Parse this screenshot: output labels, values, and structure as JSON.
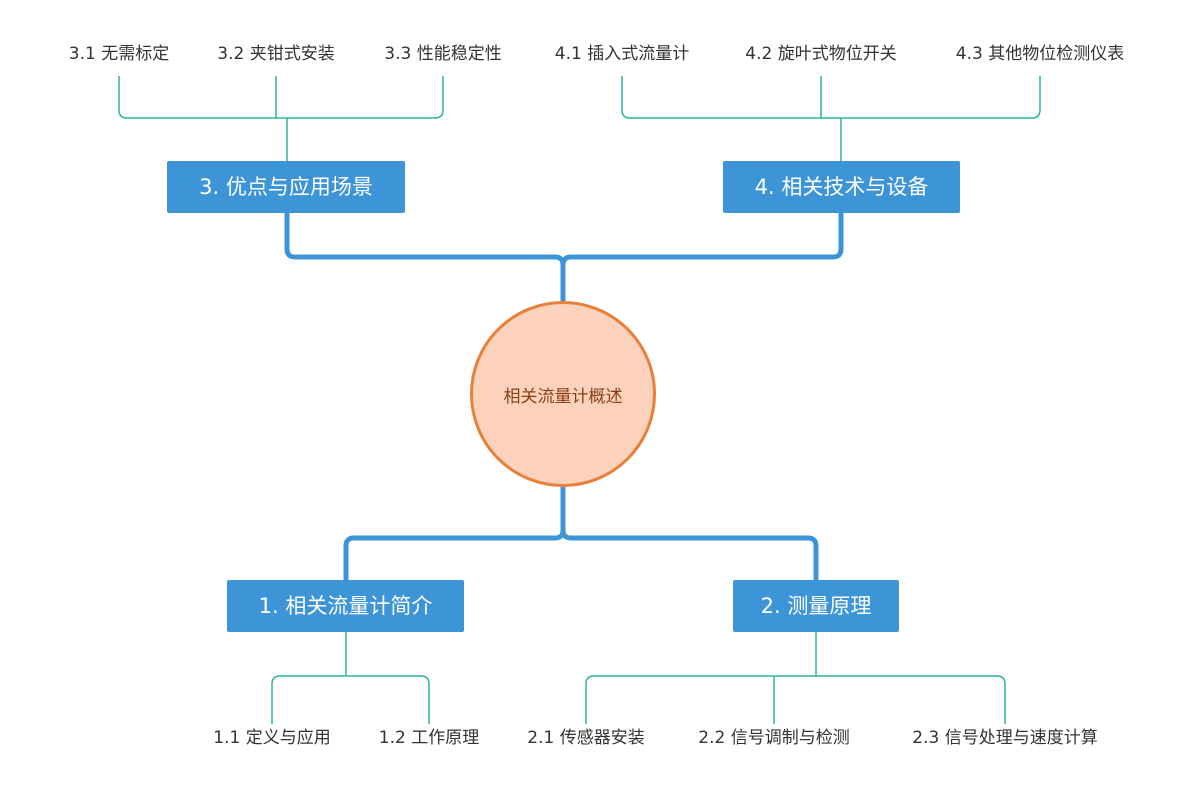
{
  "central_topic": "相关流量计概述",
  "colors": {
    "branch_fill": "#3d95d8",
    "thick_line": "#3d95d8",
    "thin_line": "#2bb5a0",
    "center_fill": "#fdd2bd",
    "center_border": "#e9803a"
  },
  "branches": [
    {
      "label": "1. 相关流量计简介",
      "children": [
        "1.1 定义与应用",
        "1.2 工作原理"
      ]
    },
    {
      "label": "2. 测量原理",
      "children": [
        "2.1 传感器安装",
        "2.2 信号调制与检测",
        "2.3 信号处理与速度计算"
      ]
    },
    {
      "label": "3. 优点与应用场景",
      "children": [
        "3.1 无需标定",
        "3.2 夹钳式安装",
        "3.3 性能稳定性"
      ]
    },
    {
      "label": "4. 相关技术与设备",
      "children": [
        "4.1 插入式流量计",
        "4.2 旋叶式物位开关",
        "4.3 其他物位检测仪表"
      ]
    }
  ]
}
